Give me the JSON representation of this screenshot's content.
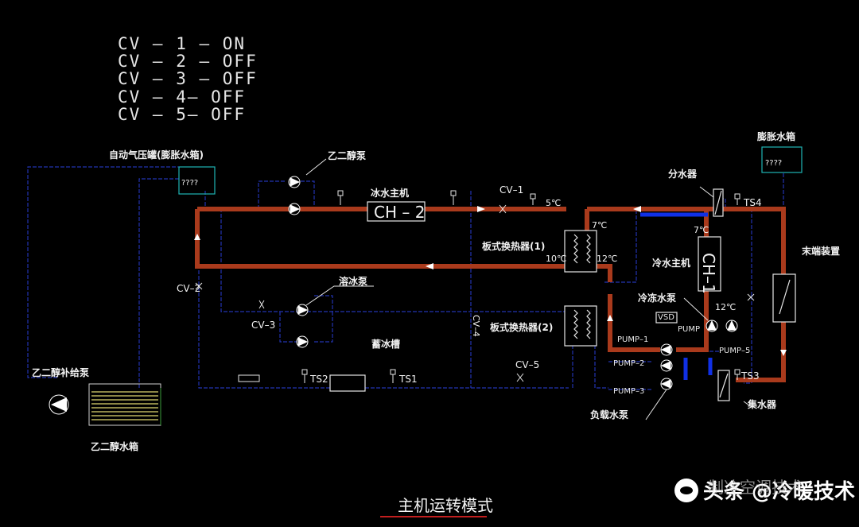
{
  "status": [
    "CV – 1 – ON",
    "CV – 2 – OFF",
    "CV – 3 – OFF",
    "CV – 4– OFF",
    "CV – 5– OFF"
  ],
  "labels": {
    "auto_pressure_tank": "自动气压罐(膨胀水箱)",
    "unknown_a": "????",
    "unknown_b": "????",
    "glycol_pump": "乙二醇泵",
    "ice_chiller": "冰水主机",
    "ch2": "CH – 2",
    "cv1": "CV–1",
    "t5": "5℃",
    "plate_hx_1": "板式换热器(1)",
    "t10": "10℃",
    "t12a": "12℃",
    "t7a": "7℃",
    "t7b": "7℃",
    "expansion_tank": "膨胀水箱",
    "distributor": "分水器",
    "ts4": "TS4",
    "ch1": "CH–1",
    "chiller": "冷水主机",
    "terminal": "末端装置",
    "cv2": "CV–2",
    "melt_pump": "溶冰泵",
    "cv3": "CV–3",
    "cv4": "CV–4",
    "plate_hx_2": "板式换热器(2)",
    "ice_tank": "蓄冰槽",
    "ts2": "TS2",
    "ts1": "TS1",
    "cv5": "CV–5",
    "cold_pump": "冷冻水泵",
    "vsd": "VSD",
    "t12b": "12℃",
    "pump_1": "PUMP–1",
    "pump_2": "PUMP–2",
    "pump_3": "PUMP–3",
    "pump_5": "PUMP–5",
    "pump_vsd": "PUMP",
    "load_pump": "负载水泵",
    "ts3": "TS3",
    "collector": "集水器",
    "glycol_makeup_pump": "乙二醇补给泵",
    "glycol_tank": "乙二醇水箱",
    "title": "主机运转模式"
  },
  "watermark": {
    "text": "头条 @冷暖技术",
    "back": "制冷空调技术"
  },
  "colors": {
    "active_pipe": "#a93a1c",
    "chilled_pipe": "#1030e6",
    "thin_pipe": "#1e2aa8",
    "equipment": "#e6e6e6",
    "tank_outline": "#1fb5b5"
  }
}
